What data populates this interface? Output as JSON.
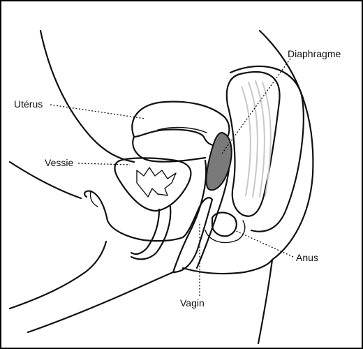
{
  "labels": {
    "uterus": "Utérus",
    "bladder": "Vessie",
    "diaphragm": "Diaphragme",
    "anus": "Anus",
    "vagina": "Vagin"
  },
  "colors": {
    "line": "#111111",
    "diaphragm_fill": "#7a7a7a",
    "rectum_stripes": "#c8c8c8",
    "background": "#ffffff"
  }
}
